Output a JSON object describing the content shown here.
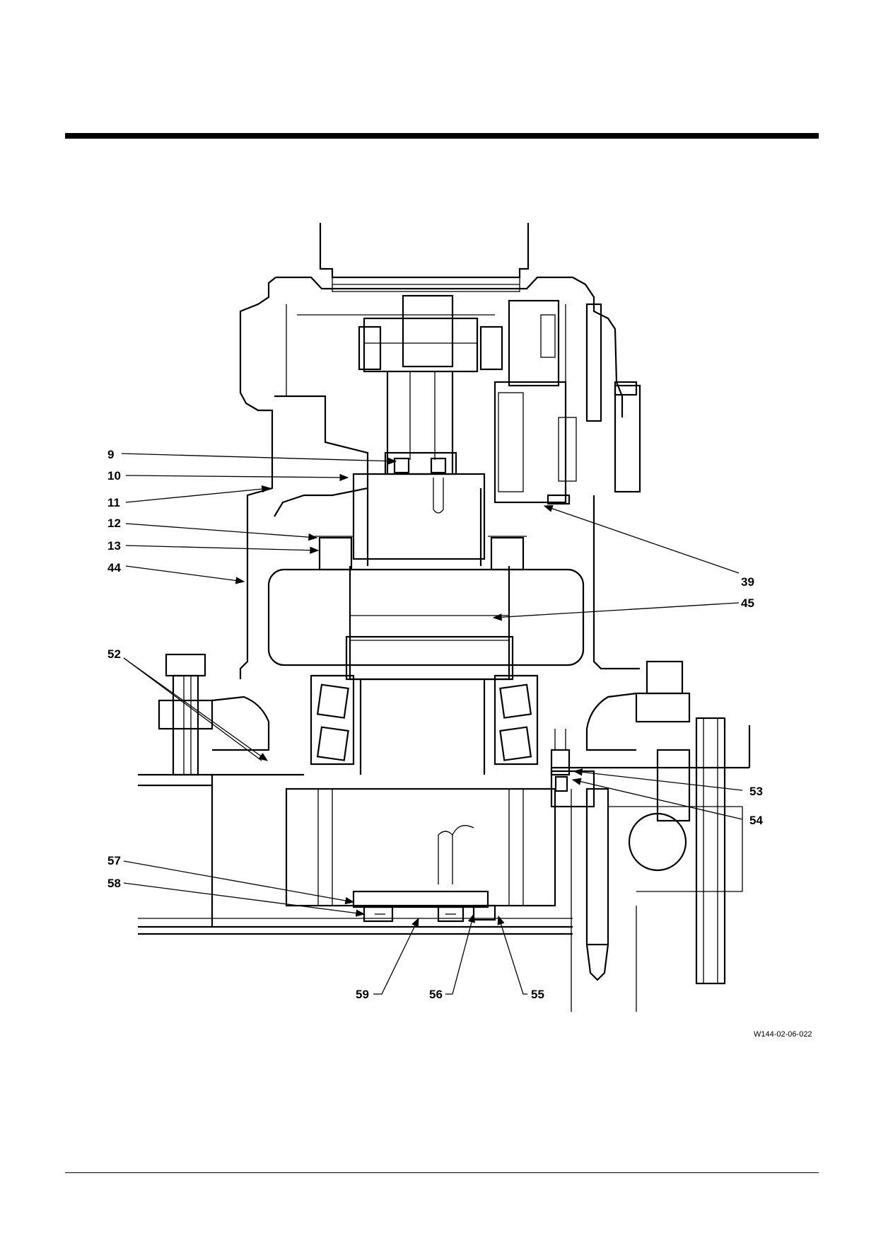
{
  "figure": {
    "code": "W144-02-06-022"
  },
  "callouts": {
    "c9": "9",
    "c10": "10",
    "c11": "11",
    "c12": "12",
    "c13": "13",
    "c44": "44",
    "c39": "39",
    "c45": "45",
    "c52": "52",
    "c53": "53",
    "c54": "54",
    "c57": "57",
    "c58": "58",
    "c59": "59",
    "c56": "56",
    "c55": "55"
  }
}
